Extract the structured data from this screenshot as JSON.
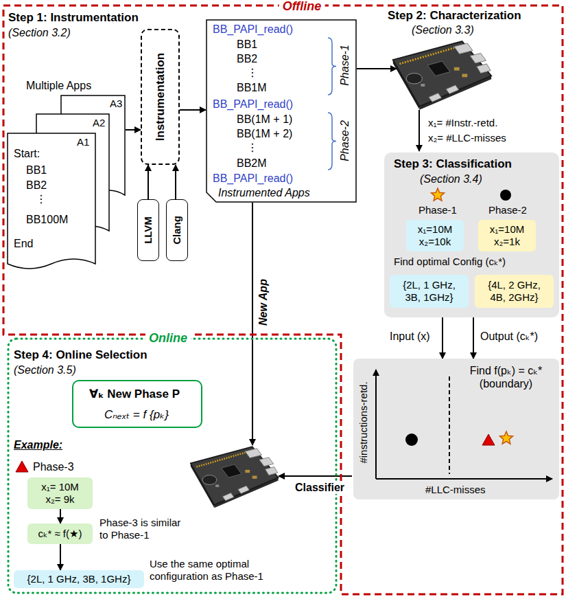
{
  "diagram": {
    "nodes": [
      {
        "text": [
          "Offline"
        ]
      },
      {
        "text": [
          "A3"
        ],
        "in": 0
      },
      {
        "text": [
          "A2"
        ],
        "in": 0
      },
      {
        "text": [
          "A1",
          "Start:",
          "BB1",
          "BB2",
          "⋮",
          "BB100M",
          "End"
        ],
        "in": 0
      },
      {
        "text": [
          "Instrumentation"
        ],
        "in": 0
      },
      {
        "text": [
          "LLVM"
        ],
        "in": 0
      },
      {
        "text": [
          "Clang"
        ],
        "in": 0
      },
      {
        "text": [
          "BB_PAPI_read()",
          "BB1",
          "BB2",
          "⋮",
          "BB1M",
          "Phase-1",
          "BB_PAPI_read()",
          "BB(1M + 1)",
          "BB(1M + 2)",
          "⋮",
          "BB2M",
          "Phase-2",
          "BB_PAPI_read()",
          "Instrumented Apps"
        ],
        "in": 0
      },
      {
        "text": [
          "Step 3: Classification",
          "(Section 3.4)",
          "Phase-1",
          "Phase-2",
          "Find optimal Config (cₖ*)"
        ],
        "in": 0
      },
      {
        "text": [
          "x₁=10M x₂=10k"
        ],
        "in": 8
      },
      {
        "text": [
          "x₁=10M x₂=1k"
        ],
        "in": 8
      },
      {
        "text": [
          "{2L, 1 GHz, 3B, 1GHz}"
        ],
        "in": 8
      },
      {
        "text": [
          "{4L, 2 GHz, 4B, 2GHz}"
        ],
        "in": 8
      },
      {
        "text": [
          "#instructions-retd.",
          "Find f(pₖ) = cₖ* (boundary)",
          "#LLC-misses"
        ],
        "in": 0
      },
      {
        "text": [
          "Online"
        ]
      },
      {
        "text": [
          "∀ₖ New Phase P",
          "Cₙₑₓₜ = f {pₖ}"
        ],
        "in": 14
      },
      {
        "text": [
          "x₁= 10M x₂= 9k"
        ],
        "in": 14
      },
      {
        "text": [
          "cₖ* ≈ f(★)"
        ],
        "in": 14
      },
      {
        "text": [
          "{2L, 1 GHz, 3B, 1GHz}"
        ],
        "in": 14
      }
    ],
    "edges": [
      {
        "from": 1,
        "to": 4,
        "arrow": "to"
      },
      {
        "from": 5,
        "to": 4,
        "arrow": "to"
      },
      {
        "from": 6,
        "to": 4,
        "arrow": "to"
      },
      {
        "from": 4,
        "to": 7,
        "arrow": "to"
      },
      {
        "from": 8,
        "to": 13,
        "label": "Input (x)",
        "arrow": "to"
      },
      {
        "from": 8,
        "to": 13,
        "label": "Output (cₖ*)",
        "arrow": "to"
      },
      {
        "from": 16,
        "to": 17,
        "arrow": "to"
      },
      {
        "from": 17,
        "to": 18,
        "arrow": "to"
      }
    ],
    "labels": [
      "Step 1: Instrumentation",
      "(Section 3.2)",
      "Multiple Apps",
      "Step 2: Characterization",
      "(Section 3.3)",
      "x₁= #Instr.-retd.",
      "x₂= #LLC-misses",
      "New App",
      "Classifier",
      "Step 4: Online Selection",
      "(Section 3.5)",
      "Example:",
      "Phase-3",
      "Phase-3 is similar to Phase-1",
      "Use the same optimal configuration as Phase-1"
    ]
  }
}
